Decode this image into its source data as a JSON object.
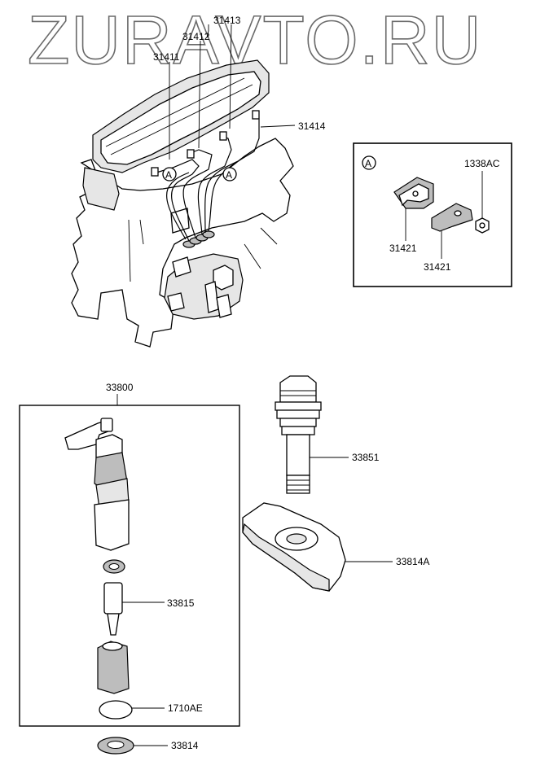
{
  "watermark": "ZURAVTO.RU",
  "callout_marker": "A",
  "engine_labels": {
    "pipe_31411": "31411",
    "pipe_31412": "31412",
    "pipe_31413": "31413",
    "pipe_31414": "31414"
  },
  "detail_box": {
    "marker": "A",
    "clamp_upper": "31421",
    "clamp_lower": "31421",
    "nut": "1338AC"
  },
  "injector": {
    "assembly": "33800",
    "nozzle": "33815",
    "seal_ring": "1710AE",
    "washer": "33814"
  },
  "hold_down": {
    "bolt": "33851",
    "clamp": "33814A"
  }
}
